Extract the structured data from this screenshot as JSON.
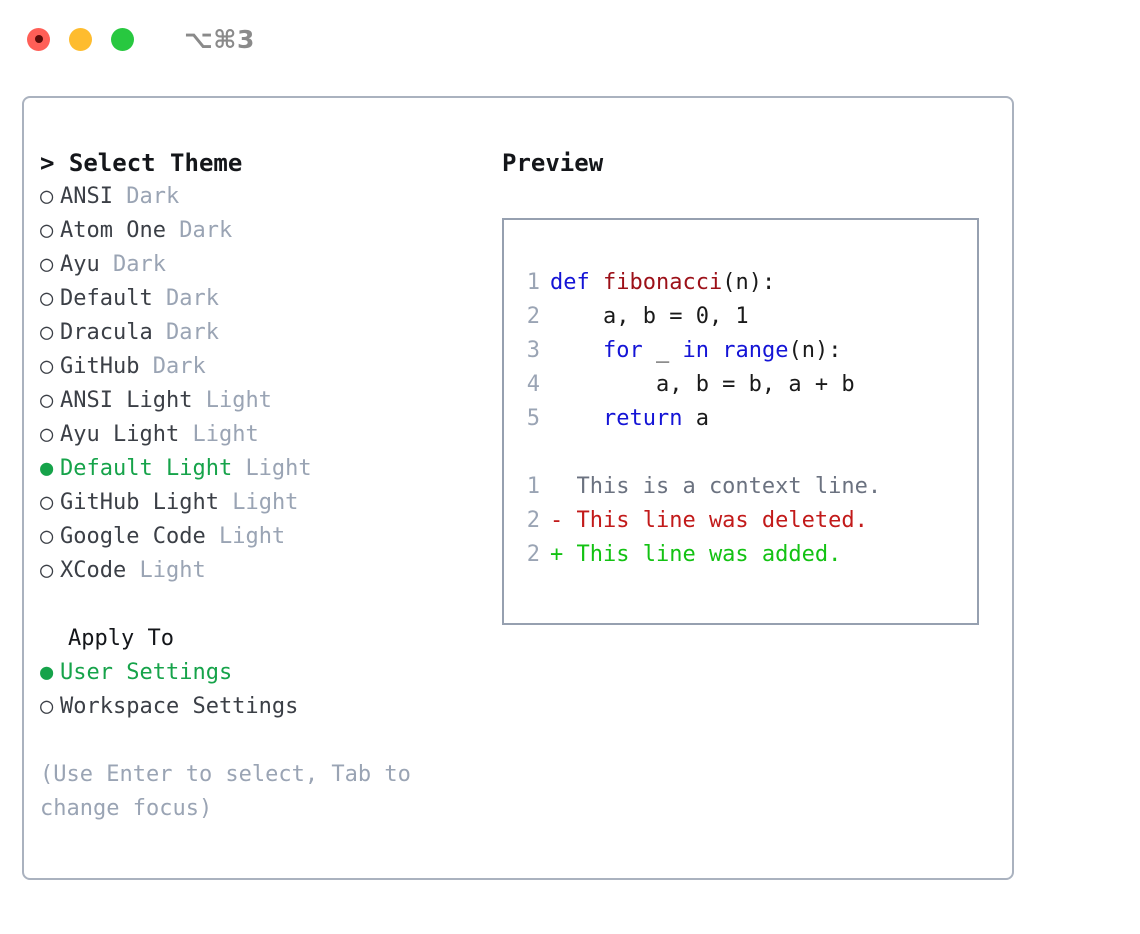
{
  "window": {
    "title": "⌥⌘3",
    "buttons": [
      {
        "name": "close",
        "color": "#ff5f57"
      },
      {
        "name": "minimize",
        "color": "#febc2e"
      },
      {
        "name": "maximize",
        "color": "#28c840"
      }
    ]
  },
  "theme_picker": {
    "header": "> Select Theme",
    "bullet_selected": "●",
    "bullet_unselected": "○",
    "selected_color": "#16a34a",
    "tag_color": "#9aa4b4",
    "items": [
      {
        "name": "ANSI",
        "tag": "Dark",
        "selected": false
      },
      {
        "name": "Atom One",
        "tag": "Dark",
        "selected": false
      },
      {
        "name": "Ayu",
        "tag": "Dark",
        "selected": false
      },
      {
        "name": "Default",
        "tag": "Dark",
        "selected": false
      },
      {
        "name": "Dracula",
        "tag": "Dark",
        "selected": false
      },
      {
        "name": "GitHub",
        "tag": "Dark",
        "selected": false
      },
      {
        "name": "ANSI Light",
        "tag": "Light",
        "selected": false
      },
      {
        "name": "Ayu Light",
        "tag": "Light",
        "selected": false
      },
      {
        "name": "Default Light",
        "tag": "Light",
        "selected": true
      },
      {
        "name": "GitHub Light",
        "tag": "Light",
        "selected": false
      },
      {
        "name": "Google Code",
        "tag": "Light",
        "selected": false
      },
      {
        "name": "XCode",
        "tag": "Light",
        "selected": false
      }
    ]
  },
  "apply_to": {
    "header": "Apply To",
    "items": [
      {
        "name": "User Settings",
        "selected": true
      },
      {
        "name": "Workspace Settings",
        "selected": false
      }
    ]
  },
  "hint": "(Use Enter to select, Tab to change focus)",
  "preview": {
    "header": "Preview",
    "code_lines": [
      {
        "no": "1",
        "tokens": [
          {
            "t": "def",
            "c": "kw"
          },
          {
            "t": " ",
            "c": "plain"
          },
          {
            "t": "fibonacci",
            "c": "fn"
          },
          {
            "t": "(n):",
            "c": "plain"
          }
        ]
      },
      {
        "no": "2",
        "tokens": [
          {
            "t": "    a, b = 0, 1",
            "c": "plain"
          }
        ]
      },
      {
        "no": "3",
        "tokens": [
          {
            "t": "    ",
            "c": "plain"
          },
          {
            "t": "for",
            "c": "kw"
          },
          {
            "t": " _ ",
            "c": "plain"
          },
          {
            "t": "in",
            "c": "kw"
          },
          {
            "t": " ",
            "c": "plain"
          },
          {
            "t": "range",
            "c": "kw"
          },
          {
            "t": "(n):",
            "c": "plain"
          }
        ]
      },
      {
        "no": "4",
        "tokens": [
          {
            "t": "        a, b = b, a + b",
            "c": "plain"
          }
        ]
      },
      {
        "no": "5",
        "tokens": [
          {
            "t": "    ",
            "c": "plain"
          },
          {
            "t": "return",
            "c": "kw"
          },
          {
            "t": " a",
            "c": "plain"
          }
        ]
      }
    ],
    "diff_lines": [
      {
        "no": "1",
        "marker": " ",
        "text": "  This is a context line.",
        "kind": "ctx"
      },
      {
        "no": "2",
        "marker": " ",
        "text": "- This line was deleted.",
        "kind": "del"
      },
      {
        "no": "2",
        "marker": " ",
        "text": "+ This line was added.",
        "kind": "add"
      }
    ]
  }
}
